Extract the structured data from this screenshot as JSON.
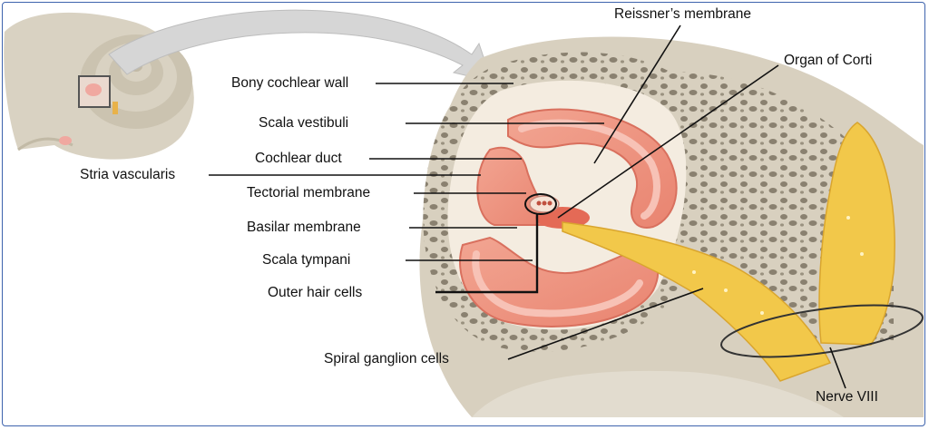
{
  "labels": {
    "reissners_membrane": "Reissner’s membrane",
    "organ_of_corti": "Organ of Corti",
    "bony_cochlear_wall": "Bony cochlear wall",
    "scala_vestibuli": "Scala vestibuli",
    "cochlear_duct": "Cochlear duct",
    "stria_vascularis": "Stria vascularis",
    "tectorial_membrane": "Tectorial membrane",
    "basilar_membrane": "Basilar membrane",
    "scala_tympani": "Scala tympani",
    "outer_hair_cells": "Outer hair cells",
    "spiral_ganglion_cells": "Spiral ganglion cells",
    "nerve_viii": "Nerve VIII"
  }
}
